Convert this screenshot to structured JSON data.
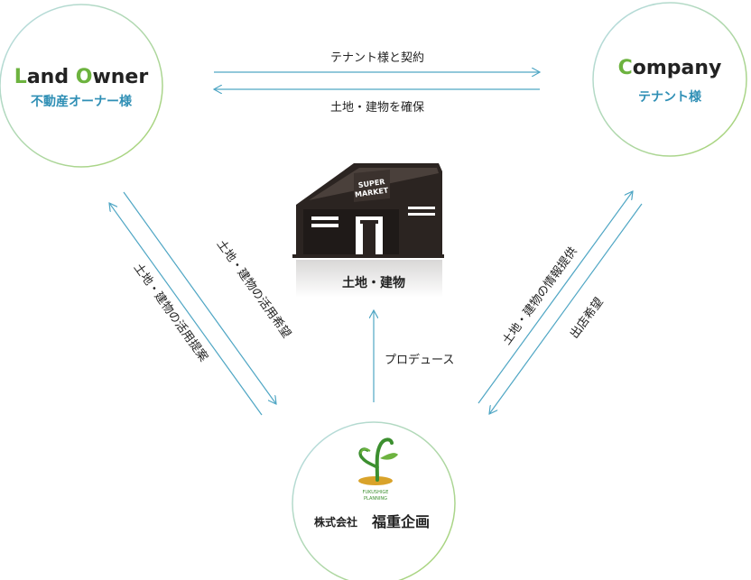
{
  "colors": {
    "accent_green": "#6db33f",
    "accent_blue": "#2f8fb5",
    "arrow_blue": "#4fa6c4",
    "circle_gradient_start": "#b8dcea",
    "circle_gradient_end": "#a6d36e",
    "text_dark": "#222222",
    "building": "#2b2421"
  },
  "land_owner": {
    "title_first_letter": "L",
    "title_rest": "and ",
    "title_second_letter": "O",
    "title_rest2": "wner",
    "subtitle": "不動産オーナー様"
  },
  "company": {
    "title_first_letter": "C",
    "title_rest": "ompany",
    "subtitle": "テナント様"
  },
  "fukushige": {
    "logo_text_line1": "FUKUSHIGE",
    "logo_text_line2": "PLANNING",
    "name_prefix": "株式会社",
    "name_main": "福重企画"
  },
  "building": {
    "sign_line1": "SUPER",
    "sign_line2": "MARKET",
    "label": "土地・建物"
  },
  "arrows": {
    "top_right": "テナント様と契約",
    "top_left": "土地・建物を確保",
    "left_down": "土地・建物の活用希望",
    "left_up": "土地・建物の活用提案",
    "right_up": "土地・建物の情報提供",
    "right_down": "出店希望",
    "center_up": "プロデュース"
  }
}
